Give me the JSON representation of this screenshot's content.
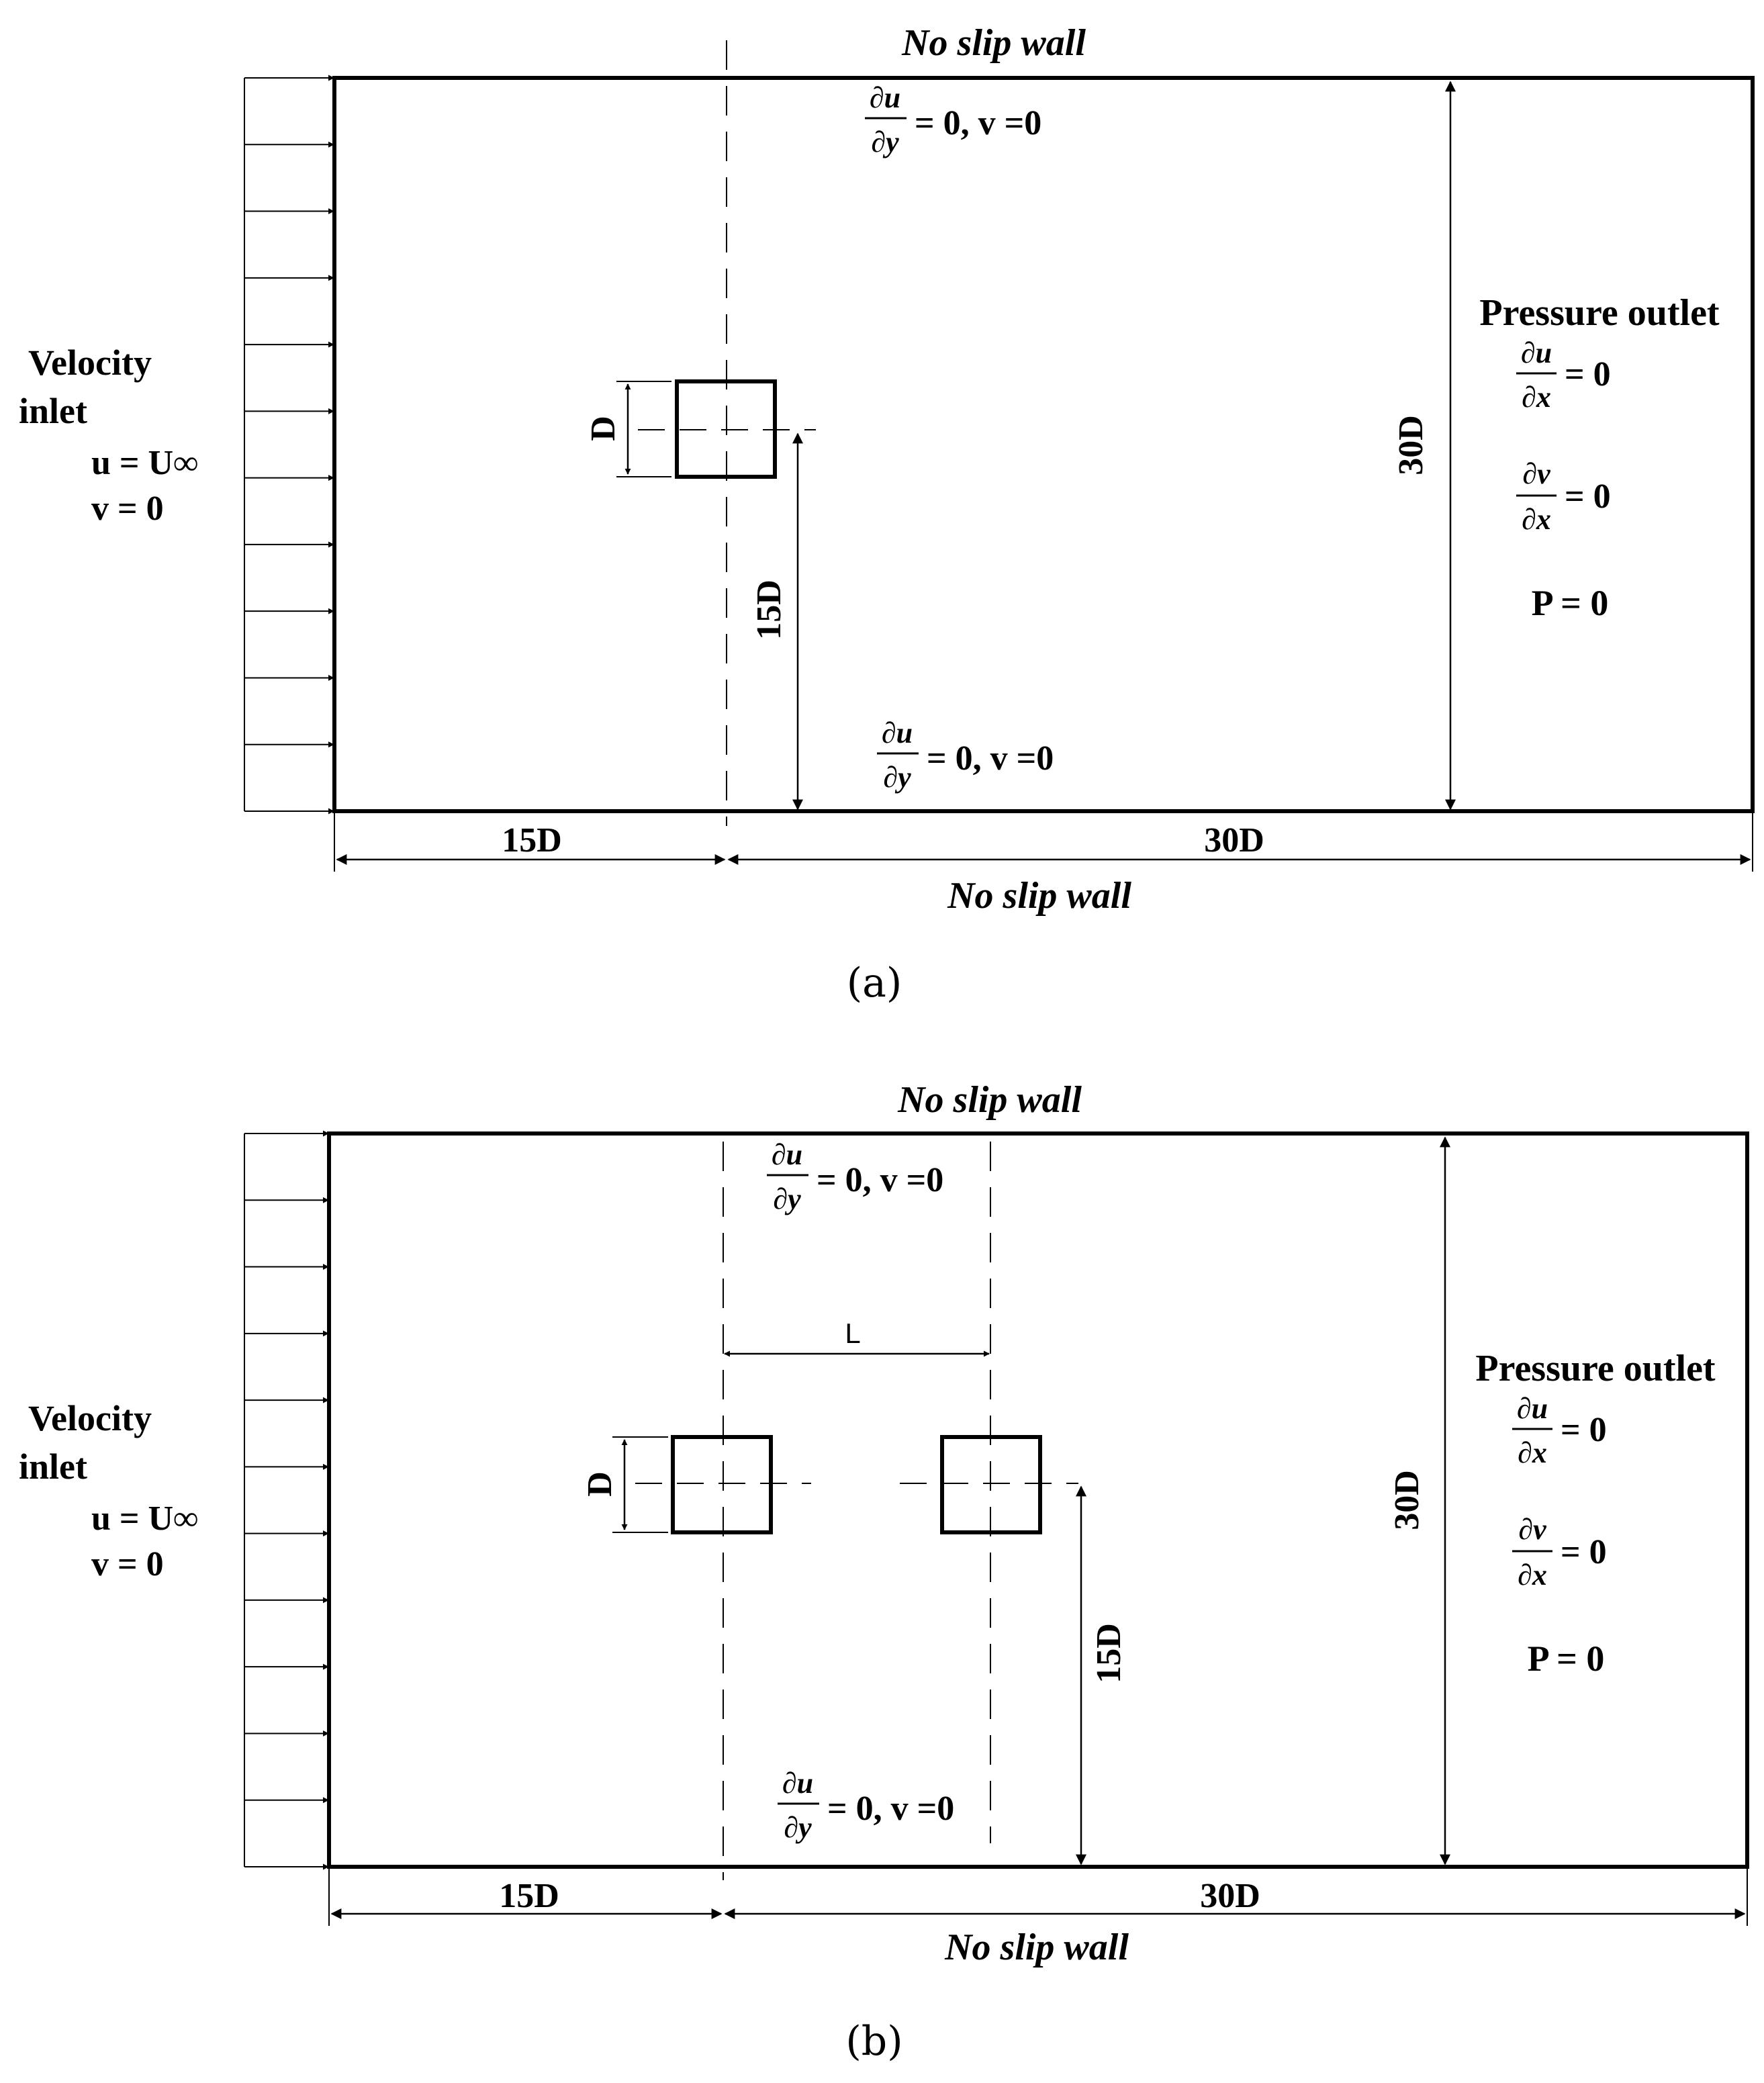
{
  "panels": [
    {
      "caption": "(a)",
      "top_wall": "No slip wall",
      "bottom_wall": "No slip wall",
      "inlet": {
        "title_line1": "Velocity",
        "title_line2": "inlet",
        "eq_u": "u = U∞",
        "eq_v": "v = 0"
      },
      "outlet": {
        "title": "Pressure outlet",
        "du_num": "∂u",
        "dv_num": "∂v",
        "dx_den": "∂x",
        "rhs": "= 0",
        "pressure": "P = 0"
      },
      "top_bc": {
        "num": "∂u",
        "den": "∂y",
        "rhs": "= 0, v =0"
      },
      "bottom_bc": {
        "num": "∂u",
        "den": "∂y",
        "rhs": "= 0, v =0"
      },
      "dims": {
        "cylinder": "D",
        "height": "30D",
        "center_height": "15D",
        "upstream": "15D",
        "downstream": "30D"
      }
    },
    {
      "caption": "(b)",
      "top_wall": "No slip wall",
      "bottom_wall": "No slip wall",
      "inlet": {
        "title_line1": "Velocity",
        "title_line2": "inlet",
        "eq_u": "u = U∞",
        "eq_v": "v = 0"
      },
      "outlet": {
        "title": "Pressure outlet",
        "du_num": "∂u",
        "dv_num": "∂v",
        "dx_den": "∂x",
        "rhs": "= 0",
        "pressure": "P = 0"
      },
      "top_bc": {
        "num": "∂u",
        "den": "∂y",
        "rhs": "= 0, v =0"
      },
      "bottom_bc": {
        "num": "∂u",
        "den": "∂y",
        "rhs": "= 0, v =0"
      },
      "dims": {
        "cylinder": "D",
        "spacing": "L",
        "height": "30D",
        "center_height": "15D",
        "upstream": "15D",
        "downstream": "30D"
      }
    }
  ]
}
